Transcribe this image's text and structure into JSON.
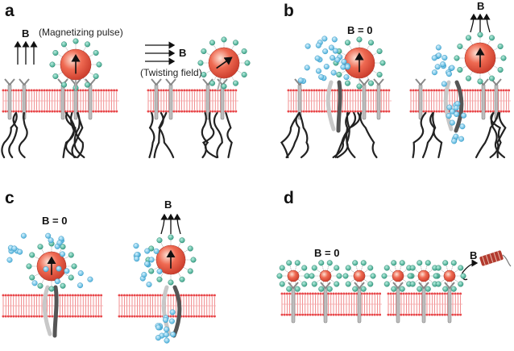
{
  "panels": {
    "a": {
      "label": "a",
      "pulse_caption": "(Magnetizing pulse)",
      "twist_caption": "(Twisting field)",
      "field_label": "B"
    },
    "b": {
      "label": "b",
      "zero_field_label": "B = 0",
      "field_label": "B"
    },
    "c": {
      "label": "c",
      "zero_field_label": "B = 0",
      "field_label": "B"
    },
    "d": {
      "label": "d",
      "zero_field_label": "B = 0",
      "field_label": "B"
    }
  },
  "colors": {
    "membrane": "#e8474a",
    "particle": "#e8503e",
    "ligand": "#3aa78c",
    "ion": "#5cc0e4",
    "receptor": "#9a9a9a",
    "fiber": "#222222"
  },
  "icons": [
    "magnetic-nanoparticle",
    "cell-membrane",
    "ion-channel",
    "magnetic-field-arrows",
    "cytoskeleton-fiber",
    "calcium-ion"
  ]
}
